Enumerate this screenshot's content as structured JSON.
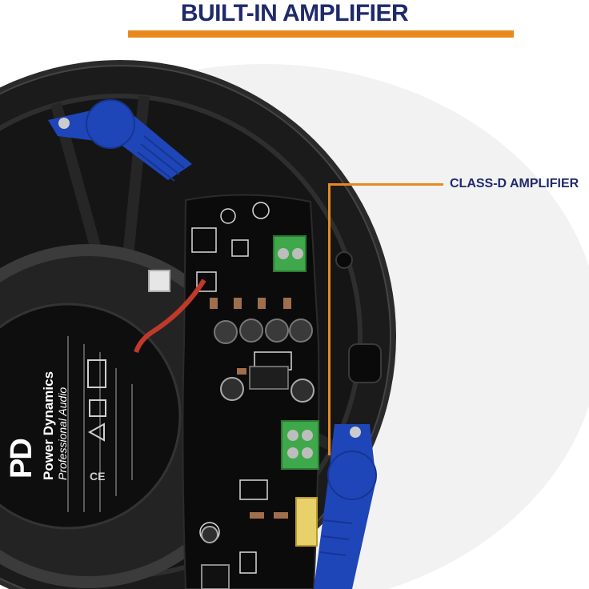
{
  "heading": {
    "title": "BUILT-IN AMPLIFIER"
  },
  "callout": {
    "label": "CLASS-D AMPLIFIER"
  },
  "label": {
    "brand_logo": "PD",
    "brand_name": "Power Dynamics",
    "brand_sub": "Professional Audio"
  },
  "colors": {
    "title": "#1f2a6b",
    "accent": "#e8891f",
    "clip": "#1f46b8",
    "terminal": "#3fa84a",
    "pcb": "#0d0d0d"
  }
}
